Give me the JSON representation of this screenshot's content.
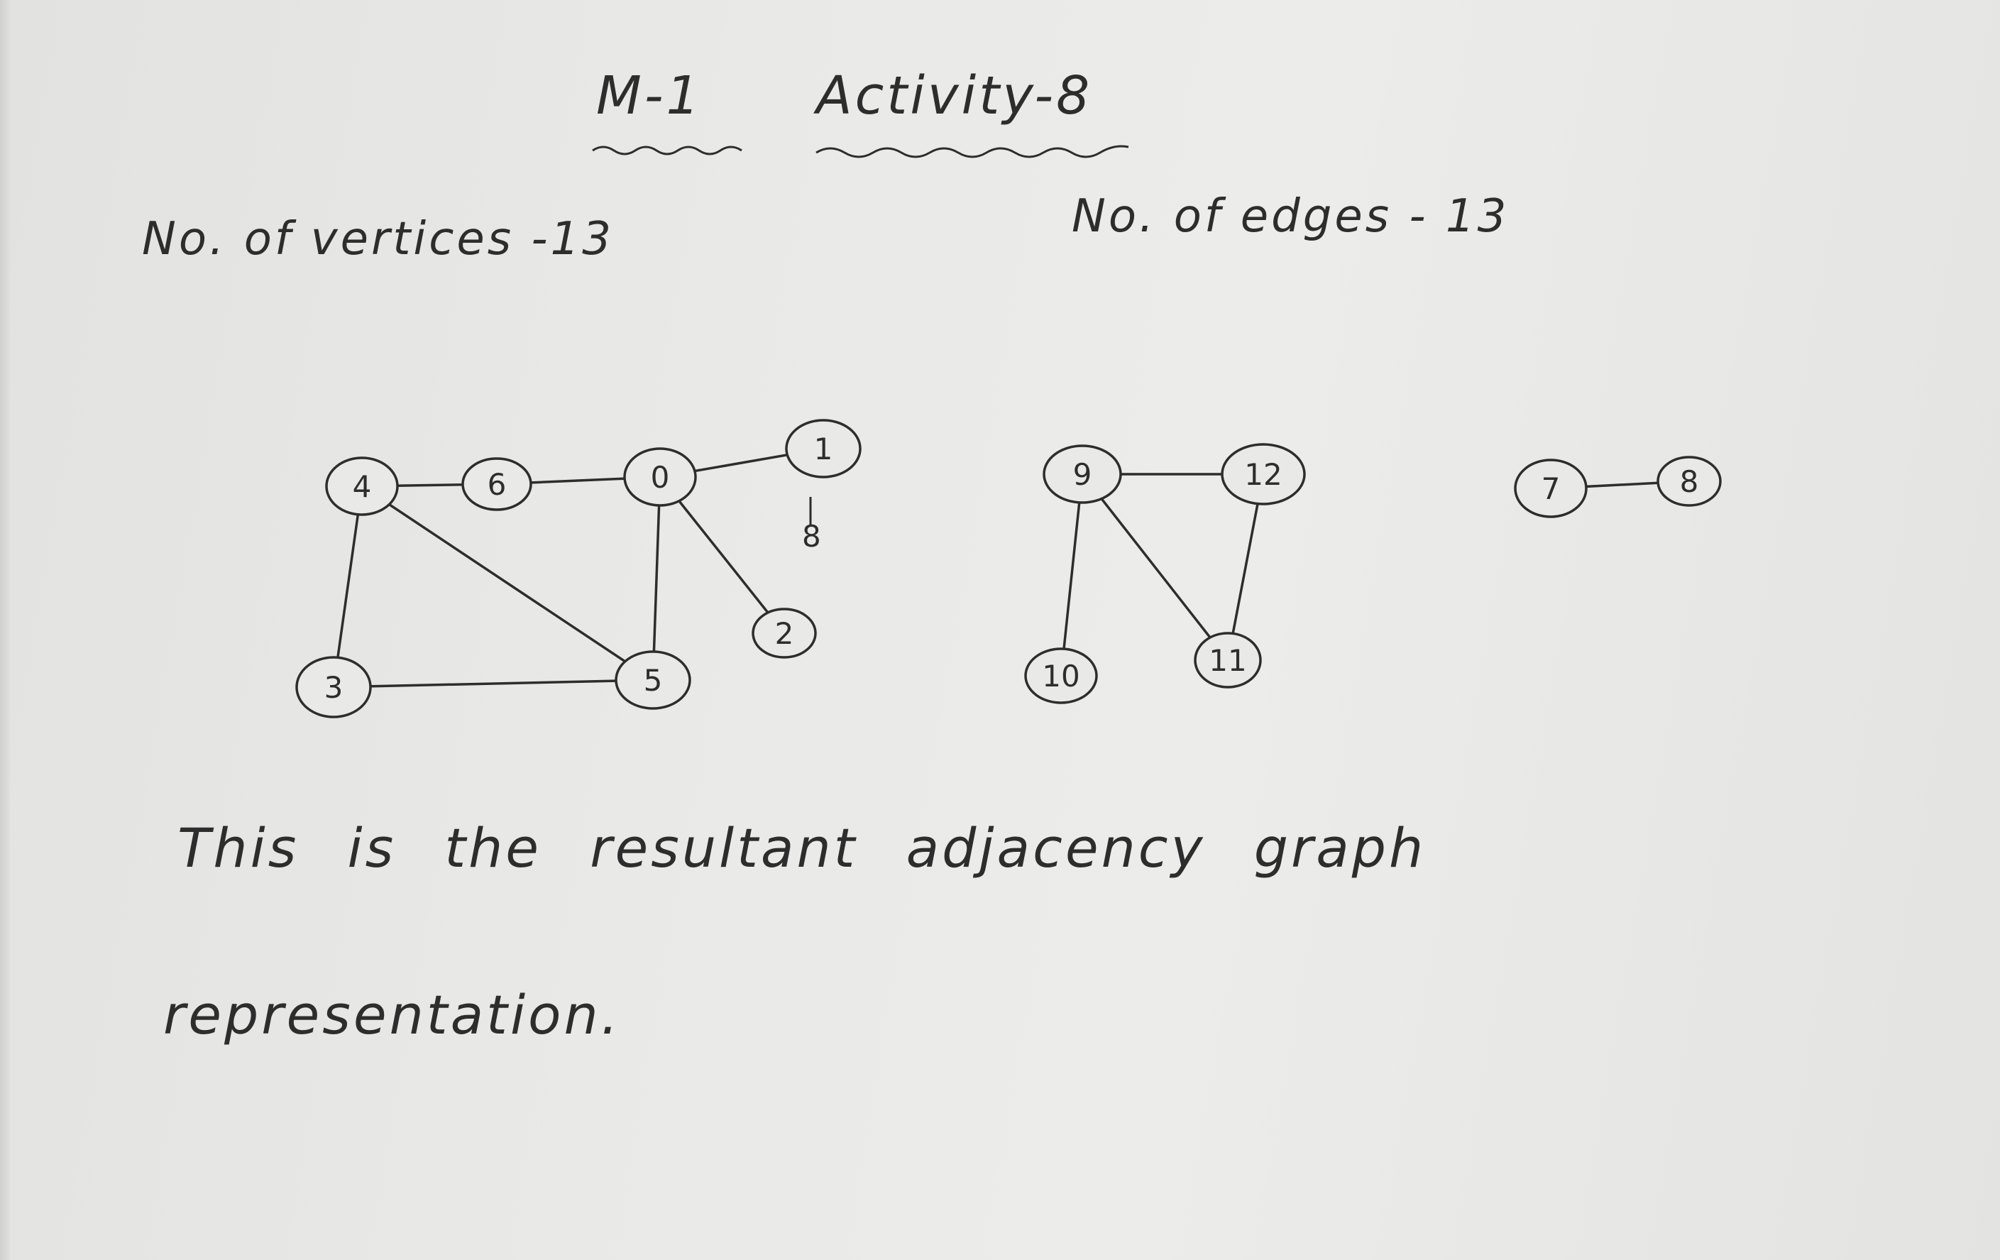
{
  "header": {
    "title_part1": "M-1",
    "title_part2": "Activity-8"
  },
  "stats": {
    "vertices_text": "No. of vertices -13",
    "edges_text": "No. of edges - 13"
  },
  "graph": {
    "nodes": [
      {
        "id": "4",
        "label": "4"
      },
      {
        "id": "6",
        "label": "6"
      },
      {
        "id": "0",
        "label": "0"
      },
      {
        "id": "1",
        "label": "1"
      },
      {
        "id": "2",
        "label": "2"
      },
      {
        "id": "3",
        "label": "3"
      },
      {
        "id": "5",
        "label": "5"
      },
      {
        "id": "9",
        "label": "9"
      },
      {
        "id": "12",
        "label": "12"
      },
      {
        "id": "10",
        "label": "10"
      },
      {
        "id": "11",
        "label": "11"
      },
      {
        "id": "7",
        "label": "7"
      },
      {
        "id": "8",
        "label": "8"
      }
    ],
    "edges": [
      [
        "4",
        "6"
      ],
      [
        "6",
        "0"
      ],
      [
        "0",
        "1"
      ],
      [
        "0",
        "2"
      ],
      [
        "0",
        "5"
      ],
      [
        "4",
        "5"
      ],
      [
        "4",
        "3"
      ],
      [
        "3",
        "5"
      ],
      [
        "9",
        "12"
      ],
      [
        "9",
        "10"
      ],
      [
        "9",
        "11"
      ],
      [
        "12",
        "11"
      ],
      [
        "7",
        "8"
      ]
    ],
    "annotation": "8"
  },
  "caption": {
    "line1": "This is the resultant adjacency graph",
    "line2": "representation."
  }
}
